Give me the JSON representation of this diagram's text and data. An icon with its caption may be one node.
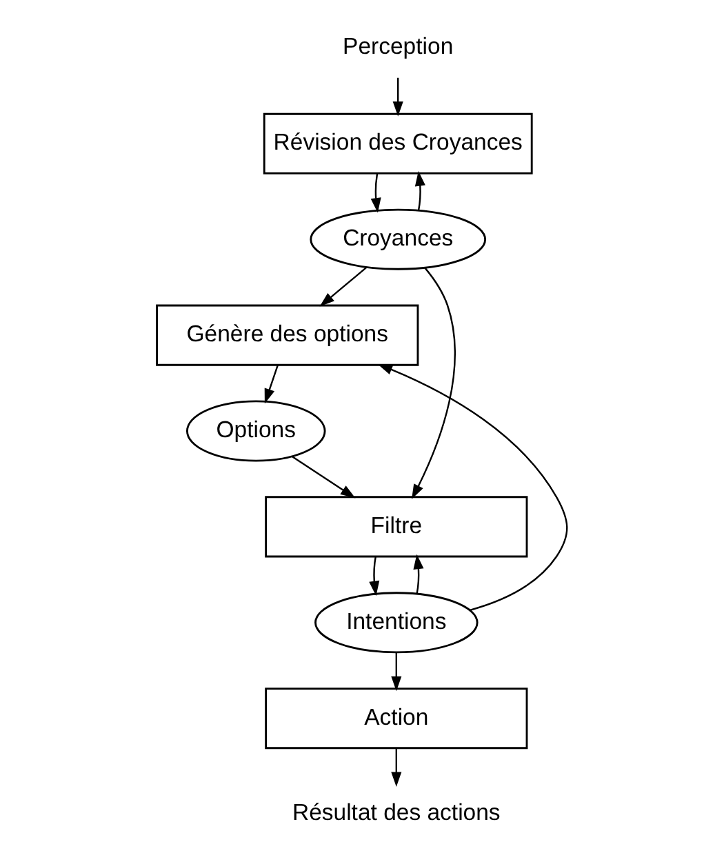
{
  "diagram": {
    "nodes": [
      {
        "text": [
          "Perception"
        ]
      },
      {
        "text": [
          "Révision des Croyances"
        ]
      },
      {
        "text": [
          "Croyances"
        ]
      },
      {
        "text": [
          "Génère des options"
        ]
      },
      {
        "text": [
          "Options"
        ]
      },
      {
        "text": [
          "Filtre"
        ]
      },
      {
        "text": [
          "Intentions"
        ]
      },
      {
        "text": [
          "Action"
        ]
      },
      {
        "text": [
          "Résultat des actions"
        ]
      }
    ],
    "edges": [
      {
        "from": 0,
        "to": 1,
        "arrow": "to"
      },
      {
        "from": 1,
        "to": 2,
        "arrow": "to"
      },
      {
        "from": 2,
        "to": 1,
        "arrow": "to"
      },
      {
        "from": 2,
        "to": 3,
        "arrow": "to"
      },
      {
        "from": 3,
        "to": 4,
        "arrow": "to"
      },
      {
        "from": 4,
        "to": 5,
        "arrow": "to"
      },
      {
        "from": 2,
        "to": 5,
        "arrow": "to"
      },
      {
        "from": 5,
        "to": 6,
        "arrow": "to"
      },
      {
        "from": 6,
        "to": 3,
        "arrow": "to"
      },
      {
        "from": 6,
        "to": 5,
        "arrow": "to"
      },
      {
        "from": 6,
        "to": 7,
        "arrow": "to"
      },
      {
        "from": 7,
        "to": 8,
        "arrow": "to"
      }
    ]
  }
}
